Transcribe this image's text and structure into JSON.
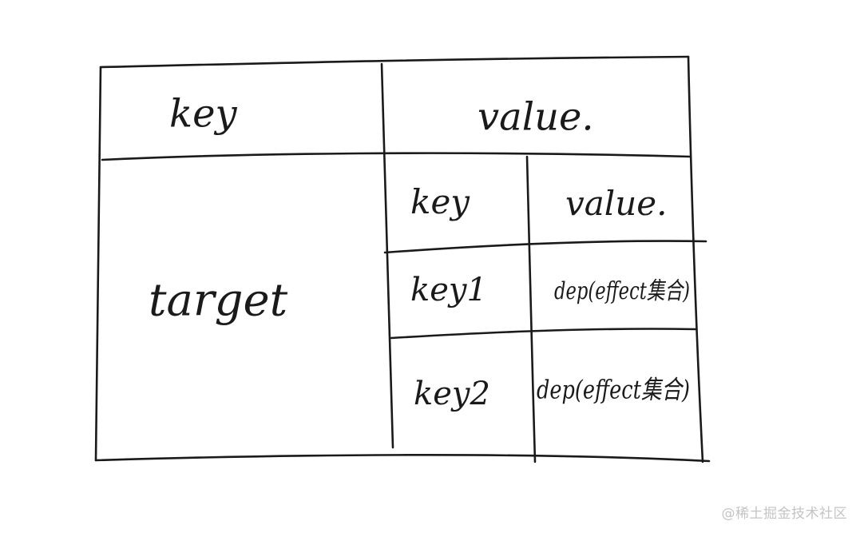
{
  "outer_table": {
    "header_key": "key",
    "header_value": "value.",
    "row_key": "target"
  },
  "inner_table": {
    "header_key": "key",
    "header_value": "value.",
    "rows": [
      {
        "key": "key1",
        "value": "dep(effect集合)"
      },
      {
        "key": "key2",
        "value": "dep(effect集合)"
      }
    ]
  },
  "watermark": "@稀土掘金技术社区"
}
